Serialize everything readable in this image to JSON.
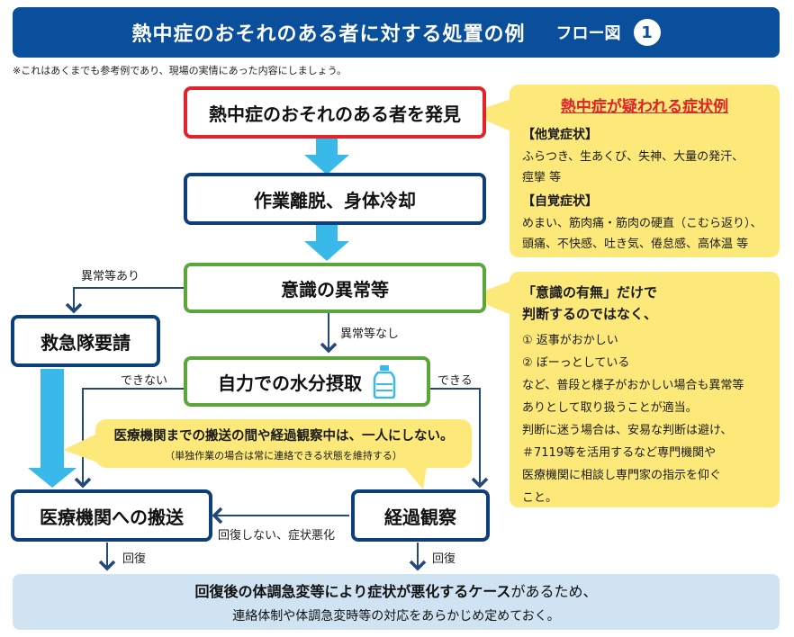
{
  "header": {
    "title": "熱中症のおそれのある者に対する処置の例",
    "subtitle": "フロー図",
    "number": "1"
  },
  "note": "※これはあくまでも参考例であり、現場の実情にあった内容にしましょう。",
  "flow": {
    "discover": "熱中症のおそれのある者を発見",
    "cooling": "作業離脱、身体冷却",
    "consciousness": "意識の異常等",
    "ambulance": "救急隊要請",
    "water": "自力での水分摂取",
    "hospital": "医療機関への搬送",
    "observe": "経過観察"
  },
  "labels": {
    "abnormal_yes": "異常等あり",
    "abnormal_no": "異常等なし",
    "cannot": "できない",
    "can": "できる",
    "not_recovered": "回復しない、症状悪化",
    "recovered_left": "回復",
    "recovered_right": "回復"
  },
  "alone_callout": {
    "main": "医療機関までの搬送の間や経過観察中は、一人にしない。",
    "sub": "（単独作業の場合は常に連絡できる状態を維持する）"
  },
  "symptoms": {
    "title": "熱中症が疑われる症状例",
    "other_heading": "【他覚症状】",
    "other_line1": "ふらつき、生あくび、失神、大量の発汗、",
    "other_line2": "痙攣 等",
    "self_heading": "【自覚症状】",
    "self_line1": "めまい、筋肉痛・筋肉の硬直（こむら返り）、",
    "self_line2": "頭痛、不快感、吐き気、倦怠感、高体温 等"
  },
  "judgment": {
    "line1": "「意識の有無」だけで",
    "line2": "判断するのではなく、",
    "item1": "① 返事がおかしい",
    "item2": "② ぼーっとしている",
    "line3": "など、普段と様子がおかしい場合も異常等",
    "line4": "ありとして取り扱うことが適当。",
    "line5": "判断に迷う場合は、安易な判断は避け、",
    "line6": "＃7119等を活用するなど専門機関や",
    "line7": "医療機関に相談し専門家の指示を仰ぐ",
    "line8": "こと。"
  },
  "bottom": {
    "line1_a": "回復後の体調急変等により症状が悪化するケース",
    "line1_b": "があるため、",
    "line2": "連絡体制や体調急変時等の対応をあらかじめ定めておく。"
  },
  "colors": {
    "header": "#0a4f9c",
    "red": "#e0242b",
    "navy": "#0d3f7a",
    "green": "#5aa63a",
    "callout": "#fde97a",
    "bottom": "#cfe3f3",
    "cyan_arrow": "#39b8ea",
    "line": "#23497a"
  },
  "icons": {
    "water_bottle": "water-bottle-icon"
  }
}
